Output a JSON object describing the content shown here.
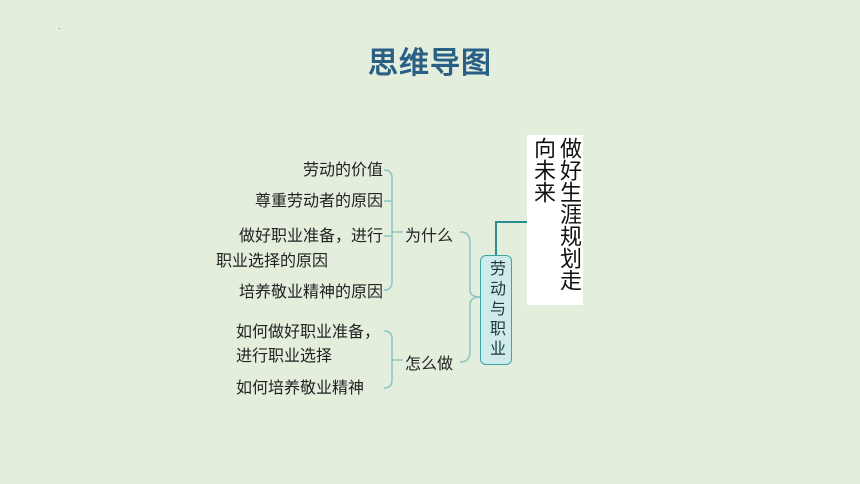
{
  "page": {
    "title": "思维导图"
  },
  "mindmap": {
    "root": "做好生涯规划走向未来",
    "center": "劳动与职业",
    "branches": [
      {
        "label": "为什么",
        "leaves": [
          "劳动的价值",
          "尊重劳动者的原因",
          "做好职业准备，进行",
          "职业选择的原因",
          "培养敬业精神的原因"
        ]
      },
      {
        "label": "怎么做",
        "leaves": [
          "如何做好职业准备，",
          "进行职业选择",
          "如何培养敬业精神"
        ]
      }
    ]
  },
  "colors": {
    "title": "#2a5f86",
    "line": "#8fc3c3",
    "center_border": "#3aa6a6",
    "center_fill": "#cfeaea"
  }
}
